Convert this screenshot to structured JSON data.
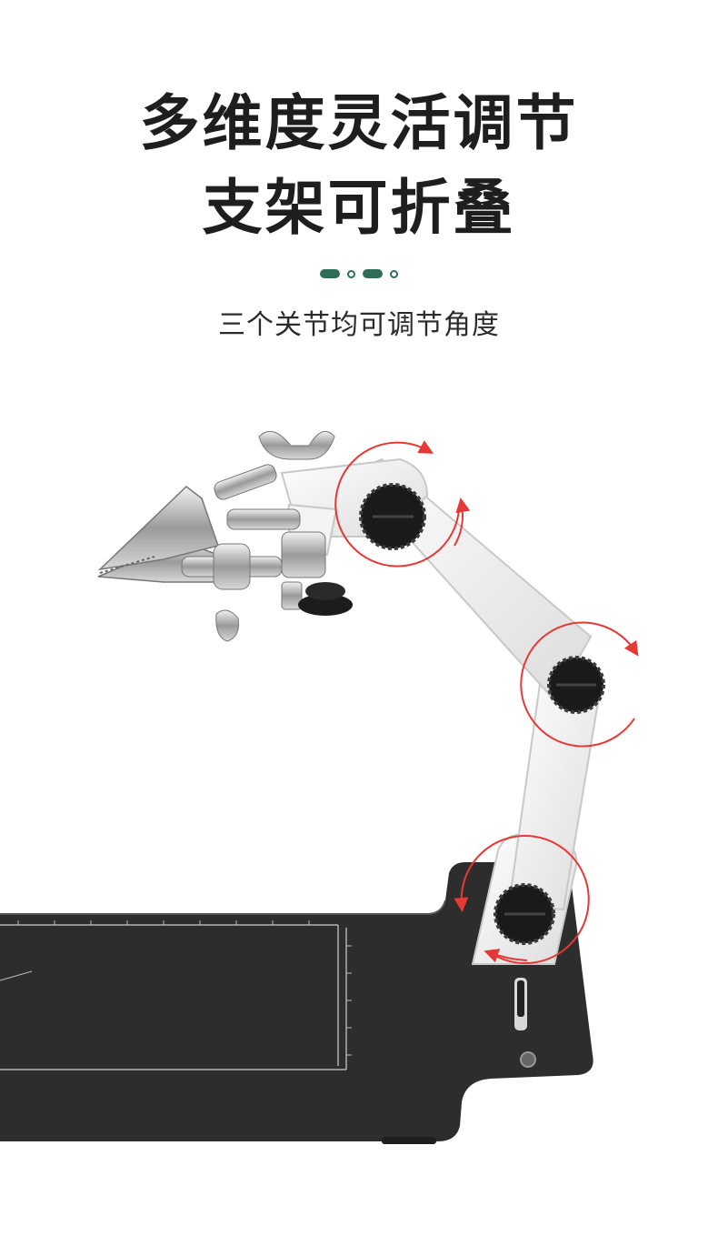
{
  "header": {
    "title_line1": "多维度灵活调节",
    "title_line2": "支架可折叠",
    "subtitle": "三个关节均可调节角度"
  },
  "indicator": {
    "color": "#2e6e57",
    "items": [
      "pill",
      "ring",
      "pill",
      "ring"
    ]
  },
  "product": {
    "description_icon": "helping-hands-stand",
    "accent_color": "#e53935",
    "adjustable_joints": 3
  }
}
